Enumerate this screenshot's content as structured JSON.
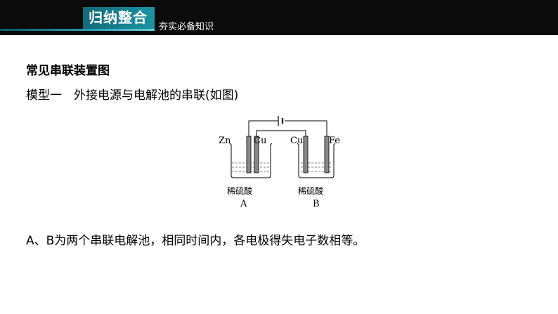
{
  "header": {
    "title": "归纳整合",
    "subtitle": "夯实必备知识"
  },
  "content": {
    "heading": "常见串联装置图",
    "model_title": "模型一　外接电源与电解池的串联(如图)",
    "description": "A、B为两个串联电解池，相同时间内，各电极得失电子数相等。"
  },
  "diagram": {
    "cell_a": {
      "left_electrode": "Zn",
      "right_electrode": "Cu",
      "electrolyte": "稀硫酸",
      "label": "A"
    },
    "cell_b": {
      "left_electrode": "Cu",
      "right_electrode": "Fe",
      "electrolyte": "稀硫酸",
      "label": "B"
    }
  }
}
